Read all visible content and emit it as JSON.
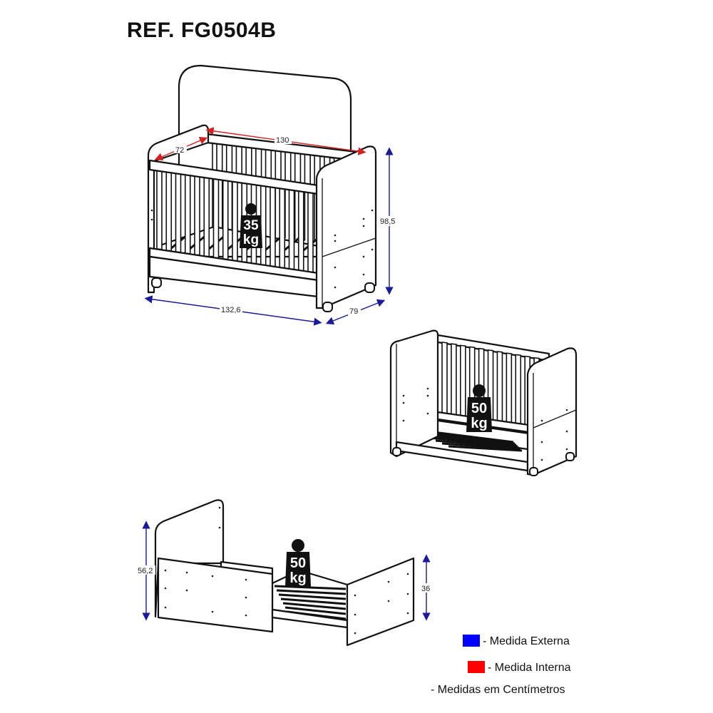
{
  "title": "REF. FG0504B",
  "colors": {
    "external": "#0000ff",
    "internal": "#ff0000",
    "dim_external": "#1a1a9a",
    "dim_internal": "#d42020"
  },
  "crib": {
    "dims": {
      "inner_depth": "72",
      "inner_length": "130",
      "height": "98,5",
      "length": "132,6",
      "depth": "79"
    },
    "weight": {
      "value": "35",
      "unit": "kg"
    }
  },
  "sofa": {
    "weight": {
      "value": "50",
      "unit": "kg"
    }
  },
  "bed": {
    "dims": {
      "headboard_height": "56,2",
      "footboard_height": "36"
    },
    "weight": {
      "value": "50",
      "unit": "kg"
    }
  },
  "legend": {
    "external": "- Medida Externa",
    "internal": "- Medida Interna",
    "units": "- Medidas em Centímetros"
  }
}
